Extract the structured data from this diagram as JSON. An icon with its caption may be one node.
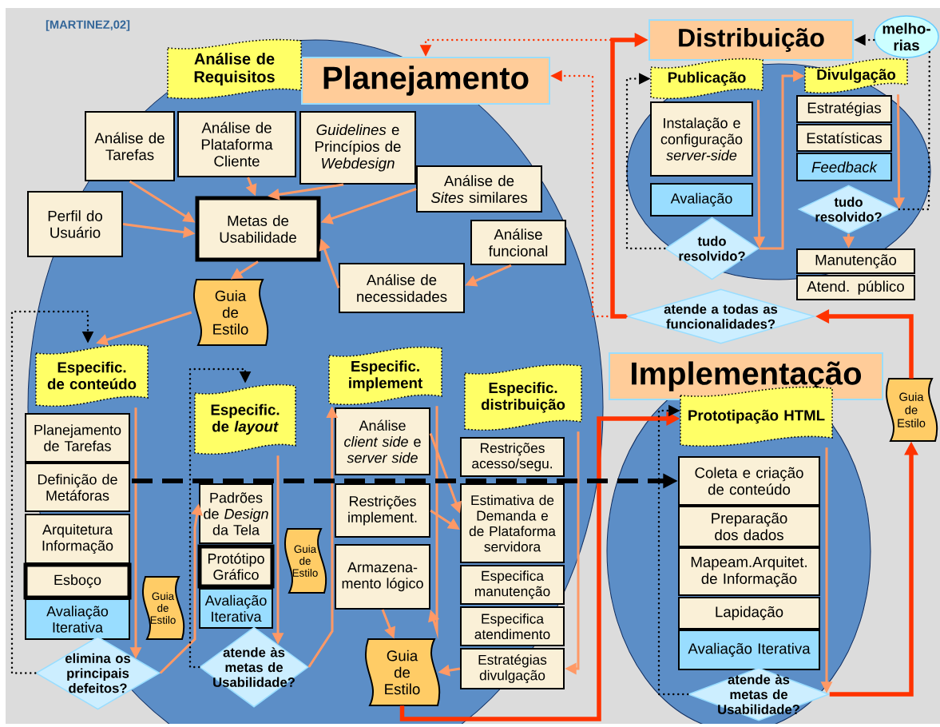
{
  "diagram": {
    "nodes": [
      {
        "text": [
          "Planejamento"
        ]
      },
      {
        "text": [
          "Análise de Requisitos"
        ]
      },
      {
        "text": [
          "Análise de Tarefas"
        ]
      },
      {
        "text": [
          "Análise de Plataforma Cliente"
        ]
      },
      {
        "text": [
          "*Guidelines* e Princípios de *Webdesign*"
        ]
      },
      {
        "text": [
          "Análise de *Sites* similares"
        ]
      },
      {
        "text": [
          "Perfil do Usuário"
        ]
      },
      {
        "text": [
          "Metas de Usabilidade"
        ]
      },
      {
        "text": [
          "Análise funcional"
        ]
      },
      {
        "text": [
          "Análise de necessidades"
        ]
      },
      {
        "text": [
          "Guia de Estilo"
        ]
      },
      {
        "text": [
          "Especific. de conteúdo"
        ]
      },
      {
        "text": [
          "Planejamento de Tarefas"
        ]
      },
      {
        "text": [
          "Definição de Metáforas"
        ]
      },
      {
        "text": [
          "Arquitetura Informação"
        ]
      },
      {
        "text": [
          "Esboço"
        ]
      },
      {
        "text": [
          "Avaliação Iterativa"
        ]
      },
      {
        "text": [
          "elimina os principais defeitos?"
        ]
      },
      {
        "text": [
          "Especific. de *layout*"
        ]
      },
      {
        "text": [
          "Padrões de *Design* da Tela"
        ]
      },
      {
        "text": [
          "Protótipo Gráfico"
        ]
      },
      {
        "text": [
          "Avaliação Iterativa"
        ]
      },
      {
        "text": [
          "Guia de Estilo"
        ]
      },
      {
        "text": [
          "atende às metas de Usabilidade?"
        ]
      },
      {
        "text": [
          "Guia de Estilo"
        ]
      },
      {
        "text": [
          "Especific. implement"
        ]
      },
      {
        "text": [
          "Análise *client side* e *server side*"
        ]
      },
      {
        "text": [
          "Restrições implement."
        ]
      },
      {
        "text": [
          "Armazena- mento lógico"
        ]
      },
      {
        "text": [
          "Guia de Estilo"
        ]
      },
      {
        "text": [
          "Especific. distribuição"
        ]
      },
      {
        "text": [
          "Restrições acesso/segu."
        ]
      },
      {
        "text": [
          "Estimativa de Demanda e de Plataforma servidora"
        ]
      },
      {
        "text": [
          "Especifica manutenção"
        ]
      },
      {
        "text": [
          "Especifica atendimento"
        ]
      },
      {
        "text": [
          "Estratégias divulgação"
        ]
      },
      {
        "text": [
          "Distribuição"
        ]
      },
      {
        "text": [
          "melho- rias"
        ]
      },
      {
        "text": [
          "Publicação"
        ]
      },
      {
        "text": [
          "Instalação e configuração *server-side*"
        ]
      },
      {
        "text": [
          "Avaliação"
        ]
      },
      {
        "text": [
          "tudo resolvido?"
        ]
      },
      {
        "text": [
          "Divulgação"
        ]
      },
      {
        "text": [
          "Estratégias"
        ]
      },
      {
        "text": [
          "Estatísticas"
        ]
      },
      {
        "text": [
          "Feedback"
        ]
      },
      {
        "text": [
          "tudo resolvido?"
        ]
      },
      {
        "text": [
          "Manutenção"
        ]
      },
      {
        "text": [
          "Atend. público"
        ]
      },
      {
        "text": [
          "atende a todas as funcionalidades?"
        ]
      },
      {
        "text": [
          "Implementação"
        ]
      },
      {
        "text": [
          "Prototipação HTML"
        ]
      },
      {
        "text": [
          "Coleta e criação de conteúdo"
        ]
      },
      {
        "text": [
          "Preparação dos dados"
        ]
      },
      {
        "text": [
          "Mapeam.Arquitet. de Informação"
        ]
      },
      {
        "text": [
          "Lapidação"
        ]
      },
      {
        "text": [
          "Avaliação Iterativa"
        ]
      },
      {
        "text": [
          "atende às metas de Usabilidade?"
        ]
      },
      {
        "text": [
          "Guia de Estilo"
        ]
      }
    ],
    "edges": [
      {
        "from": 2,
        "to": 7,
        "arrow": "to"
      },
      {
        "from": 3,
        "to": 7,
        "arrow": "to"
      },
      {
        "from": 4,
        "to": 7,
        "arrow": "to"
      },
      {
        "from": 5,
        "to": 7,
        "arrow": "to"
      },
      {
        "from": 6,
        "to": 7,
        "arrow": "to"
      },
      {
        "from": 9,
        "to": 7,
        "arrow": "to"
      },
      {
        "from": 8,
        "to": 9,
        "arrow": "to"
      },
      {
        "from": 7,
        "to": 10,
        "arrow": "to"
      },
      {
        "from": 10,
        "to": 11,
        "arrow": "to"
      },
      {
        "from": 17,
        "to": 11,
        "arrow": "to",
        "style": "dashed",
        "color": "#000000"
      },
      {
        "from": 11,
        "to": 17,
        "arrow": "to"
      },
      {
        "from": 17,
        "to": 19,
        "arrow": "to"
      },
      {
        "from": 23,
        "to": 18,
        "arrow": "to",
        "style": "dashed",
        "color": "#000000"
      },
      {
        "from": 18,
        "to": 23,
        "arrow": "to"
      },
      {
        "from": 23,
        "to": 25,
        "arrow": "to"
      },
      {
        "from": 25,
        "to": 28,
        "arrow": "to"
      },
      {
        "from": 26,
        "to": 32,
        "arrow": "to"
      },
      {
        "from": 27,
        "to": 32,
        "arrow": "to"
      },
      {
        "from": 28,
        "to": 29,
        "arrow": "to"
      },
      {
        "from": 35,
        "to": 29,
        "arrow": "to"
      },
      {
        "from": 30,
        "to": 35,
        "arrow": "to"
      },
      {
        "from": 29,
        "to": 51,
        "arrow": "to",
        "style": "thick",
        "color": "#ff3300"
      },
      {
        "from": 13,
        "to": 52,
        "arrow": "to",
        "style": "dashed",
        "color": "#000000"
      },
      {
        "from": 49,
        "to": 36,
        "arrow": "to",
        "style": "thick",
        "color": "#ff3300"
      },
      {
        "from": 49,
        "to": 0,
        "arrow": "to",
        "style": "dashed",
        "color": "#ff3300"
      },
      {
        "from": 49,
        "to": 0,
        "arrow": "to",
        "style": "dashed",
        "color": "#ff3300"
      },
      {
        "from": 57,
        "to": 58,
        "arrow": "to",
        "style": "thick",
        "color": "#ff3300"
      },
      {
        "from": 58,
        "to": 49,
        "arrow": "to",
        "style": "thick",
        "color": "#ff3300"
      },
      {
        "from": 57,
        "to": 51,
        "arrow": "to",
        "style": "dashed",
        "color": "#000000"
      },
      {
        "from": 41,
        "to": 38,
        "arrow": "to",
        "style": "dashed",
        "color": "#000000"
      },
      {
        "from": 38,
        "to": 41,
        "arrow": "to"
      },
      {
        "from": 41,
        "to": 42,
        "arrow": "to"
      },
      {
        "from": 42,
        "to": 46,
        "arrow": "to"
      },
      {
        "from": 46,
        "to": 47,
        "arrow": "to"
      },
      {
        "from": 46,
        "to": 37,
        "arrow": "none",
        "style": "dashed",
        "color": "#000000"
      },
      {
        "from": 37,
        "to": 36,
        "arrow": "to",
        "style": "dashed",
        "color": "#000000"
      },
      {
        "from": 51,
        "to": 57,
        "arrow": "to"
      }
    ],
    "labels": [
      "[MARTINEZ,02]"
    ]
  }
}
